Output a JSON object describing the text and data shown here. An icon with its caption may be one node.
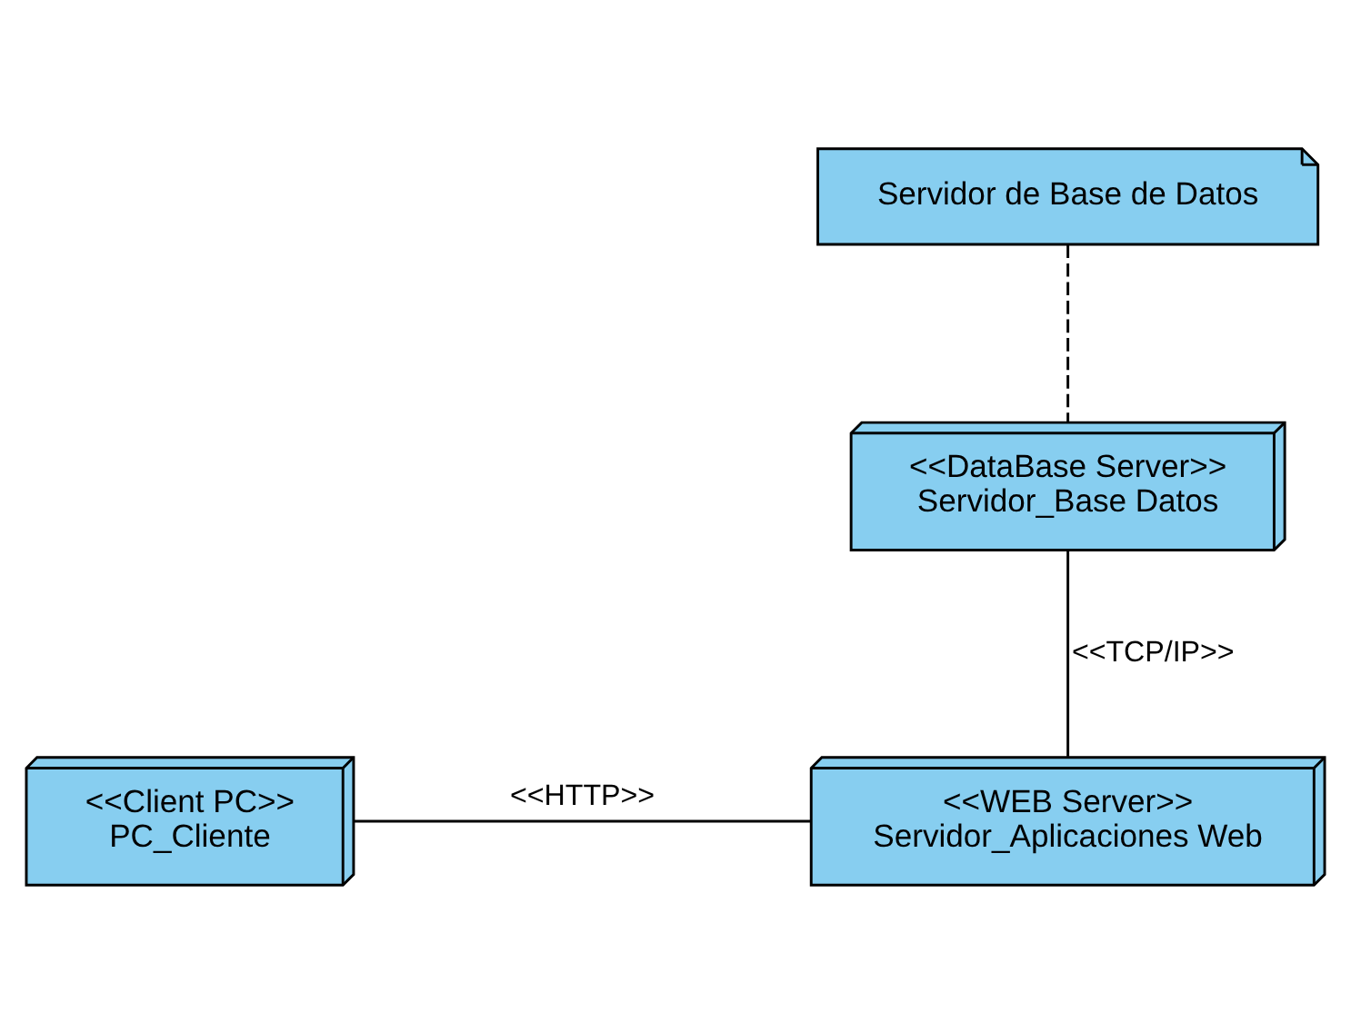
{
  "diagram": {
    "nodes": [
      {
        "text": [
          "Servidor de Base de Datos"
        ]
      },
      {
        "text": [
          "<<DataBase Server>>",
          "Servidor_Base Datos"
        ]
      },
      {
        "text": [
          "<<Client PC>>",
          "PC_Cliente"
        ]
      },
      {
        "text": [
          "<<WEB Server>>",
          "Servidor_Aplicaciones Web"
        ]
      }
    ],
    "edges": [
      {
        "from": 0,
        "to": 1,
        "arrow": "none",
        "style": "dashed"
      },
      {
        "from": 1,
        "to": 3,
        "arrow": "none",
        "label": "<<TCP/IP>>"
      },
      {
        "from": 2,
        "to": 3,
        "arrow": "none",
        "label": "<<HTTP>>"
      }
    ]
  }
}
